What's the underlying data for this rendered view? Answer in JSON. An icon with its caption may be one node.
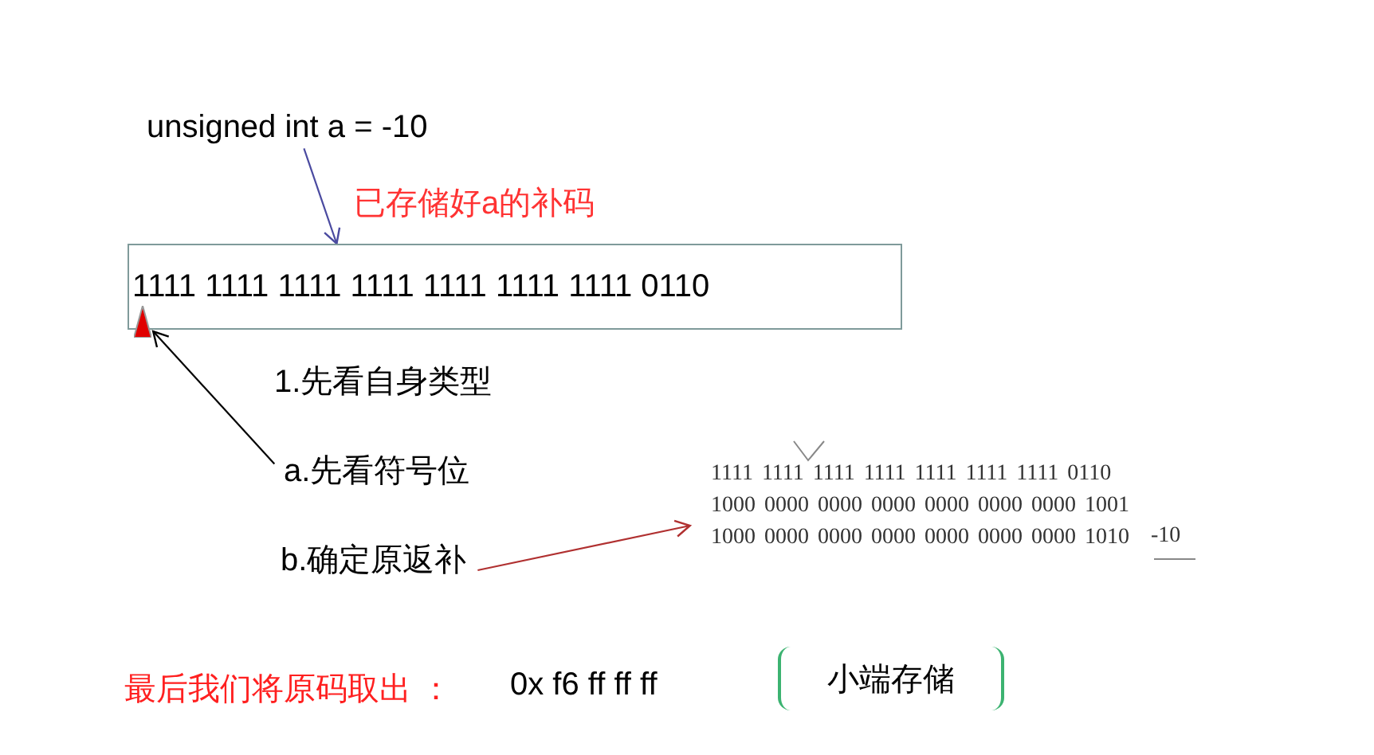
{
  "diagram": {
    "nodes": [
      {
        "text": [
          "unsigned int a = -10"
        ]
      },
      {
        "text": [
          "1111 1111 1111 1111 1111 1111 1111 0110"
        ]
      },
      {
        "text": [
          "a.先看符号位"
        ]
      },
      {
        "text": [],
        "shape": "triangle"
      },
      {
        "text": [
          "b.确定原返补"
        ]
      },
      {
        "text": [
          "1111 1111 1111 1111 1111 1111 1111 0110",
          "1000 0000 0000 0000 0000 0000 0000 1001",
          "1000 0000 0000 0000 0000 0000 0000 1010"
        ],
        "beside": [
          "-10"
        ]
      },
      {
        "text": [
          "小端存储"
        ]
      }
    ],
    "edges": [
      {
        "from": 0,
        "to": 1,
        "arrow": "to",
        "label": "已存储好a的补码",
        "color": "#4a4aa0"
      },
      {
        "from": 2,
        "to": 3,
        "arrow": "to",
        "color": "#000000"
      },
      {
        "from": 4,
        "to": 5,
        "arrow": "to",
        "color": "#b03030"
      }
    ],
    "labels": [
      "1.先看自身类型",
      "最后我们将原码取出 ：",
      "0x f6 ff ff ff"
    ]
  }
}
